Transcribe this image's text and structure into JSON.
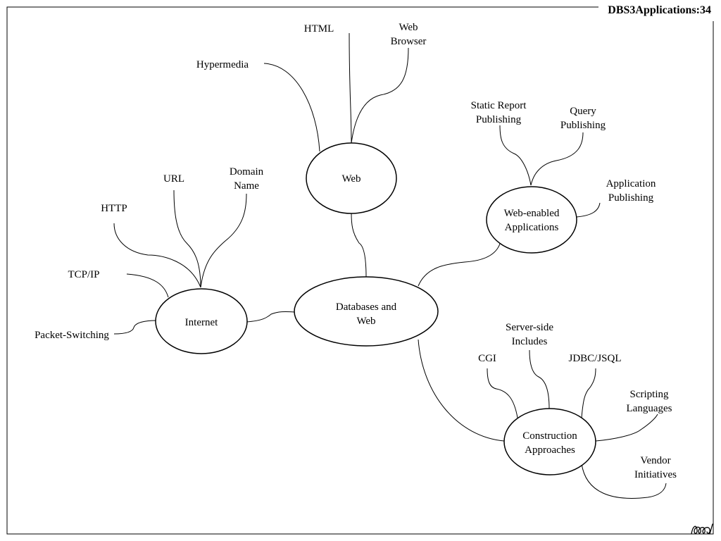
{
  "page_label": "DBS3Applications:34",
  "nodes": {
    "center": [
      "Databases and",
      "Web"
    ],
    "internet": [
      "Internet"
    ],
    "web": [
      "Web"
    ],
    "web_enabled": [
      "Web-enabled",
      "Applications"
    ],
    "construction": [
      "Construction",
      "Approaches"
    ]
  },
  "leaves": {
    "packet_switching": [
      "Packet-Switching"
    ],
    "tcp_ip": [
      "TCP/IP"
    ],
    "http": [
      "HTTP"
    ],
    "url": [
      "URL"
    ],
    "domain_name": [
      "Domain",
      "Name"
    ],
    "hypermedia": [
      "Hypermedia"
    ],
    "html": [
      "HTML"
    ],
    "web_browser": [
      "Web",
      "Browser"
    ],
    "static_report": [
      "Static Report",
      "Publishing"
    ],
    "query": [
      "Query",
      "Publishing"
    ],
    "application": [
      "Application",
      "Publishing"
    ],
    "cgi": [
      "CGI"
    ],
    "server_side": [
      "Server-side",
      "Includes"
    ],
    "jdbc": [
      "JDBC/JSQL"
    ],
    "scripting": [
      "Scripting",
      "Languages"
    ],
    "vendor": [
      "Vendor",
      "Initiatives"
    ]
  },
  "colors": {
    "stroke": "#000000",
    "background": "#ffffff"
  }
}
